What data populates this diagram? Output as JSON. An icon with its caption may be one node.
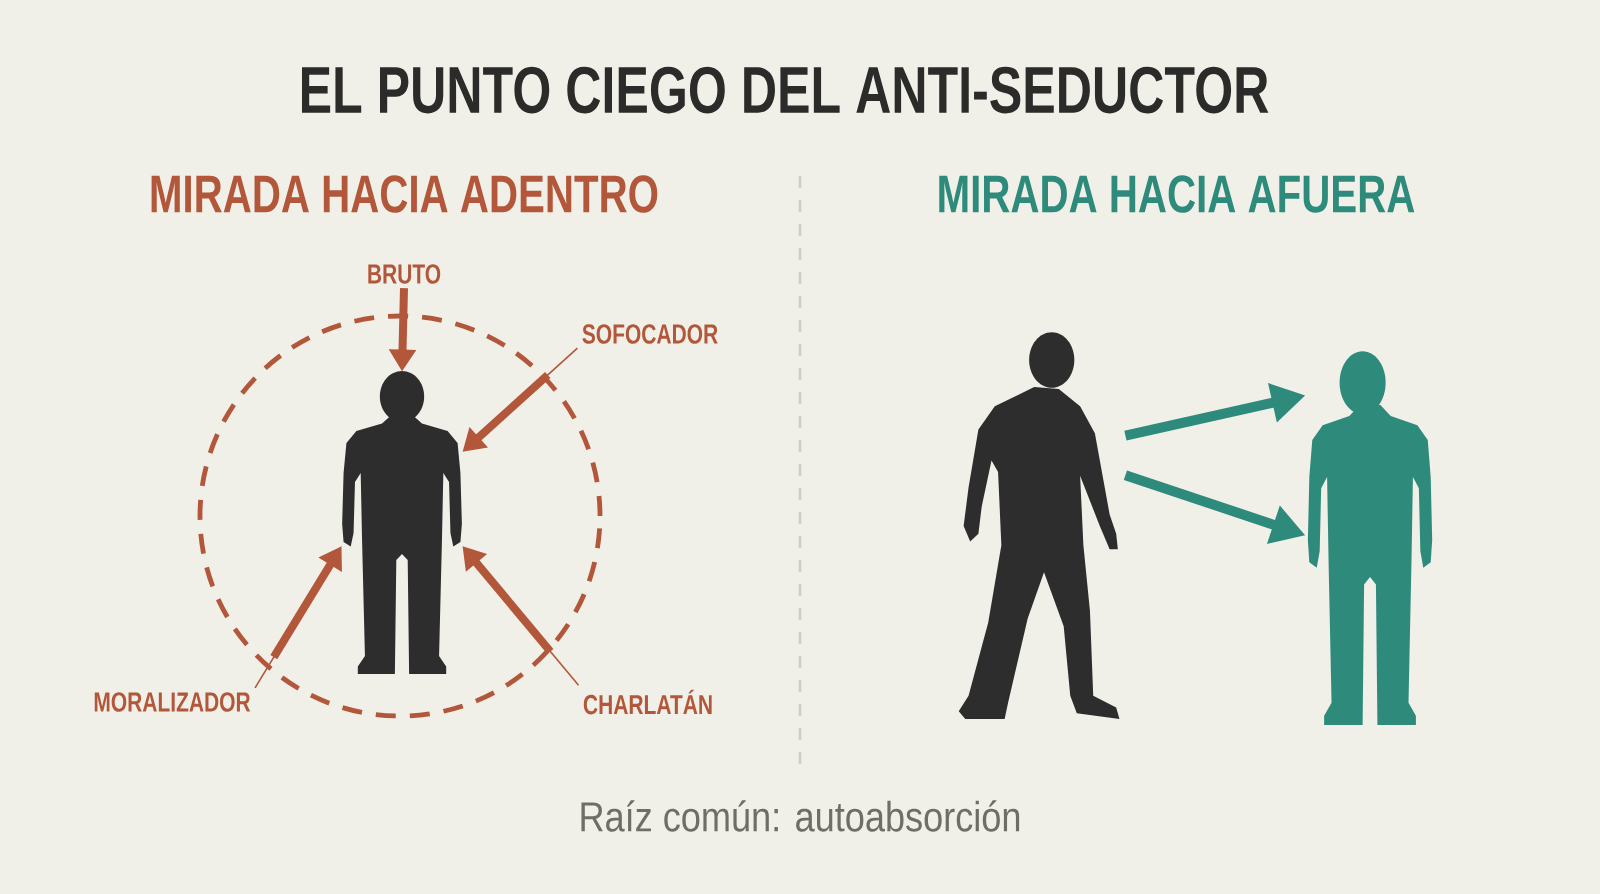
{
  "diagram": {
    "title": "EL PUNTO CIEGO DEL ANTI-SEDUCTOR",
    "caption": "Raíz común: autoabsorción",
    "nodes": [
      {
        "text": [
          "BRUTO"
        ]
      },
      {
        "text": [
          "SOFOCADOR"
        ]
      },
      {
        "text": [],
        "shape": "circle"
      },
      {
        "text": [],
        "shape": "person",
        "in": 2
      },
      {
        "text": [
          "MORALIZADOR"
        ]
      },
      {
        "text": [
          "CHARLATÁN"
        ]
      },
      {
        "text": [],
        "shape": "person"
      },
      {
        "text": [],
        "shape": "person"
      }
    ],
    "edges": [
      {
        "from": 0,
        "to": 3,
        "arrow": "to",
        "style": "thick"
      },
      {
        "from": 1,
        "to": 3,
        "arrow": "to"
      },
      {
        "from": 4,
        "to": 3,
        "arrow": "to"
      },
      {
        "from": 5,
        "to": 3,
        "arrow": "to"
      },
      {
        "from": 6,
        "to": 7,
        "arrow": "to",
        "style": "thick",
        "color": "#2e8b7c"
      },
      {
        "from": 6,
        "to": 7,
        "arrow": "to",
        "style": "thick",
        "color": "#2e8b7c"
      }
    ],
    "labels": [
      "MIRADA HACIA ADENTRO",
      "MIRADA HACIA AFUERA"
    ]
  }
}
